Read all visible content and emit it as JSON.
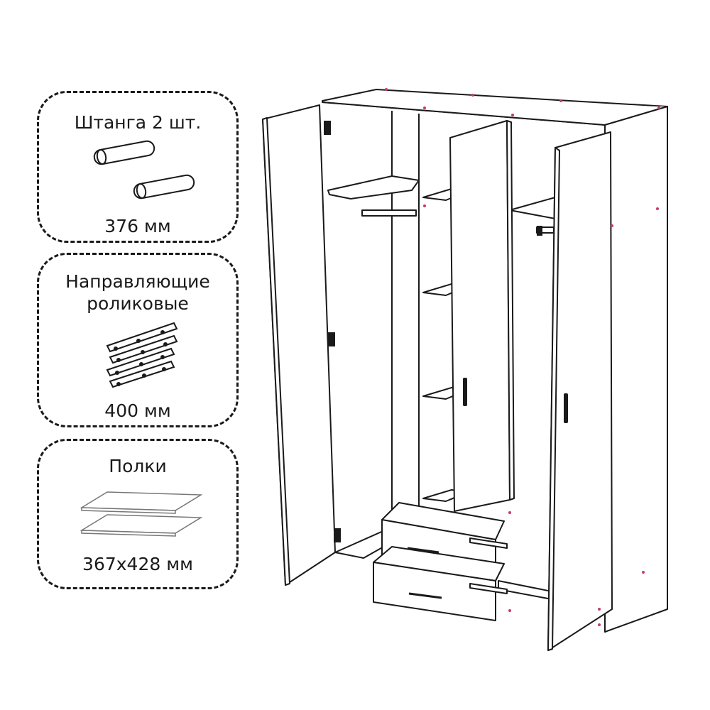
{
  "components": {
    "rods": {
      "title": "Штанга 2 шт.",
      "size": "376 мм",
      "icon": "rod-icon"
    },
    "guides": {
      "title": "Направляющие\nроликовые",
      "size": "400 мм",
      "icon": "roller-guide-icon"
    },
    "shelves": {
      "title": "Полки",
      "size": "367x428 мм",
      "icon": "shelf-icon"
    }
  },
  "wardrobe": {
    "icon": "three-door-wardrobe-icon",
    "doors": 3,
    "drawers": 2
  }
}
